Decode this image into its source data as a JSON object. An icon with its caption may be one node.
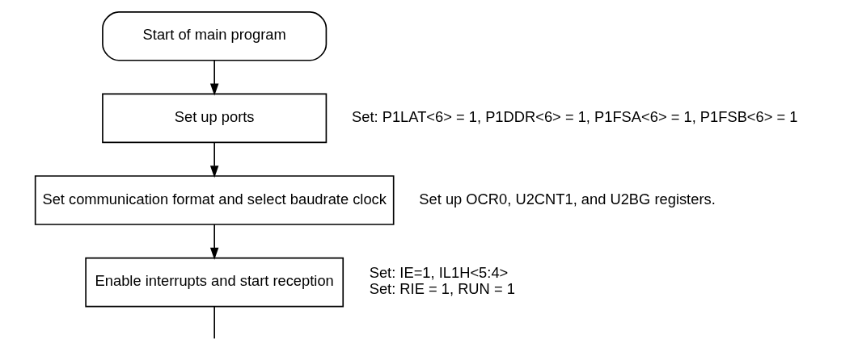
{
  "diagram": {
    "nodes": [
      {
        "text": [
          "Start of main program"
        ]
      },
      {
        "text": [
          "Set up ports"
        ],
        "beside": [
          "Set: P1LAT<6> = 1, P1DDR<6> = 1, P1FSA<6> = 1, P1FSB<6> = 1"
        ]
      },
      {
        "text": [
          "Set communication format and select baudrate clock"
        ],
        "beside": [
          "Set up OCR0, U2CNT1, and U2BG registers."
        ]
      },
      {
        "text": [
          "Enable interrupts and start reception"
        ],
        "beside": [
          "Set: IE=1, IL1H<5:4>",
          "Set: RIE = 1, RUN = 1"
        ]
      }
    ],
    "edges": [
      {
        "from": 0,
        "to": 1,
        "arrow": "to"
      },
      {
        "from": 1,
        "to": 2,
        "arrow": "to"
      },
      {
        "from": 2,
        "to": 3,
        "arrow": "to"
      },
      {
        "from": 3,
        "to": null,
        "arrow": "none"
      }
    ]
  }
}
